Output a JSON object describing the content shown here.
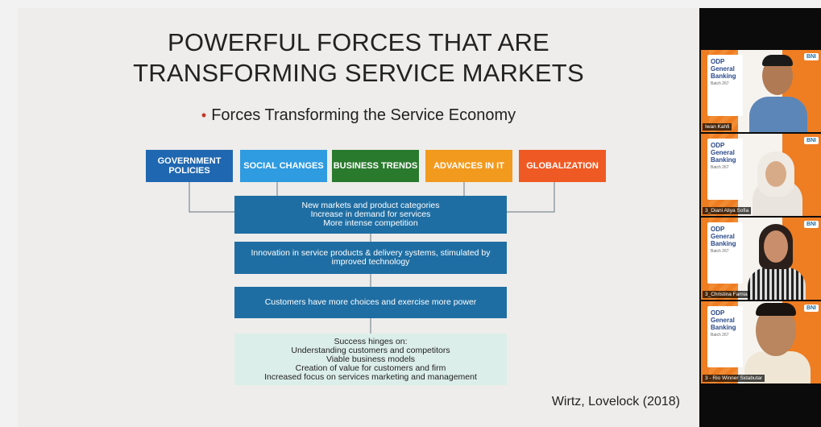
{
  "slide": {
    "title_line1": "POWERFUL FORCES THAT ARE",
    "title_line2": "TRANSFORMING SERVICE MARKETS",
    "bullet": "Forces Transforming the Service Economy",
    "forces": [
      {
        "label": "GOVERNMENT POLICIES",
        "color": "#1f67b1"
      },
      {
        "label": "SOCIAL CHANGES",
        "color": "#2f9be0"
      },
      {
        "label": "BUSINESS TRENDS",
        "color": "#2a7a2e"
      },
      {
        "label": "ADVANCES IN IT",
        "color": "#f29a1e"
      },
      {
        "label": "GLOBALIZATION",
        "color": "#ef5a24"
      }
    ],
    "flow": [
      {
        "lines": [
          "New markets and product categories",
          "Increase in demand for services",
          "More intense competition"
        ]
      },
      {
        "lines": [
          "Innovation in service products & delivery systems, stimulated by",
          "improved technology"
        ]
      },
      {
        "lines": [
          "Customers have more choices and exercise more power"
        ]
      },
      {
        "lines": [
          "Success hinges on:",
          "Understanding customers and competitors",
          "Viable business models",
          "Creation of value for customers and firm",
          "Increased focus on services marketing and management"
        ]
      }
    ],
    "citation": "Wirtz, Lovelock (2018)"
  },
  "participants": [
    {
      "name": "Iwan Kahfi",
      "card_title": "ODP General Banking",
      "card_sub": "Batch 267",
      "logo": "BNI"
    },
    {
      "name": "3_Diani Aliya Sofia",
      "card_title": "ODP General Banking",
      "card_sub": "Batch 267",
      "logo": "BNI"
    },
    {
      "name": "3_Christina Famia",
      "card_title": "ODP General Banking",
      "card_sub": "Batch 267",
      "logo": "BNI"
    },
    {
      "name": "3 - Rio Winner Sidabutar",
      "card_title": "ODP General Banking",
      "card_sub": "Batch 267",
      "logo": "BNI"
    }
  ],
  "colors": {
    "flow_box": "#1f6ea3",
    "flow_box_light": "#dceee9",
    "bullet_dot": "#c0392b",
    "tile_orange": "#ef7d22"
  }
}
